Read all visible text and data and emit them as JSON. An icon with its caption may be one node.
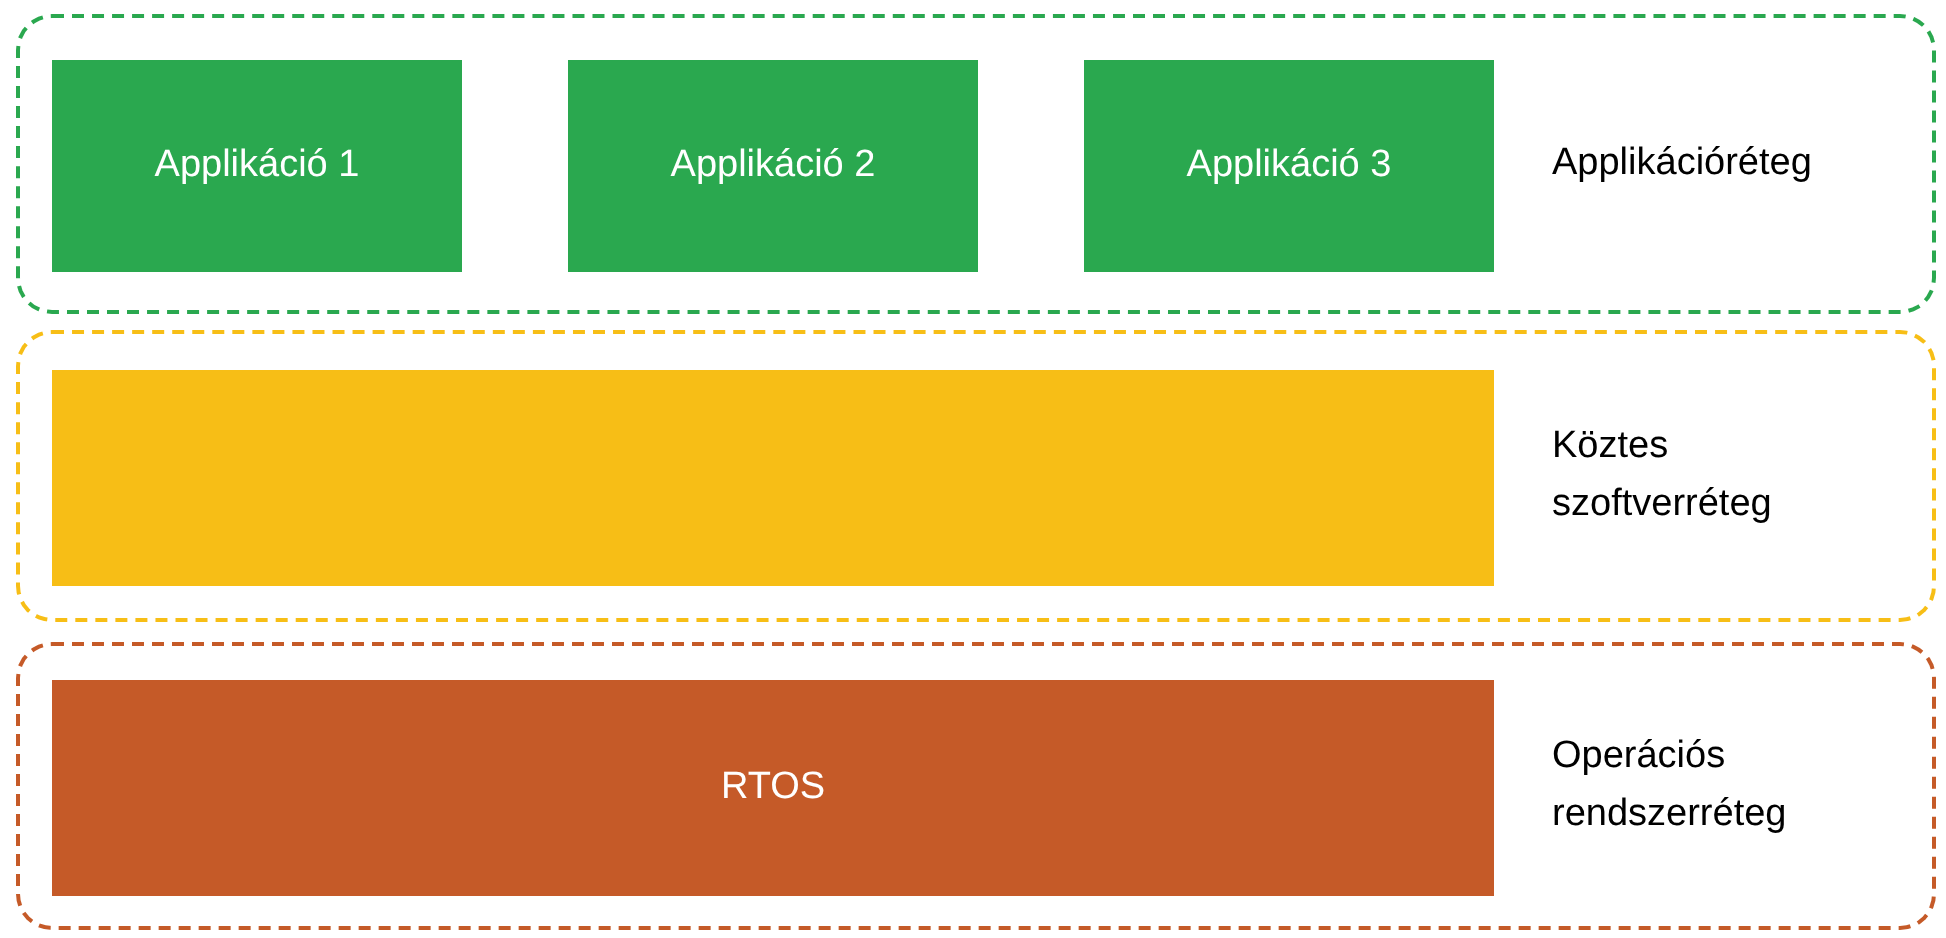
{
  "diagram": {
    "nodes": [
      {
        "text": [
          "Applikációréteg"
        ]
      },
      {
        "text": [
          "Applikáció 1"
        ],
        "in": 0
      },
      {
        "text": [
          "Applikáció 2"
        ],
        "in": 0
      },
      {
        "text": [
          "Applikáció 3"
        ],
        "in": 0
      },
      {
        "text": [
          "Köztes szoftverréteg"
        ]
      },
      {
        "text": [],
        "shape": "box",
        "in": 4
      },
      {
        "text": [
          "Operációs rendszerréteg"
        ]
      },
      {
        "text": [
          "RTOS"
        ],
        "in": 6
      }
    ]
  }
}
